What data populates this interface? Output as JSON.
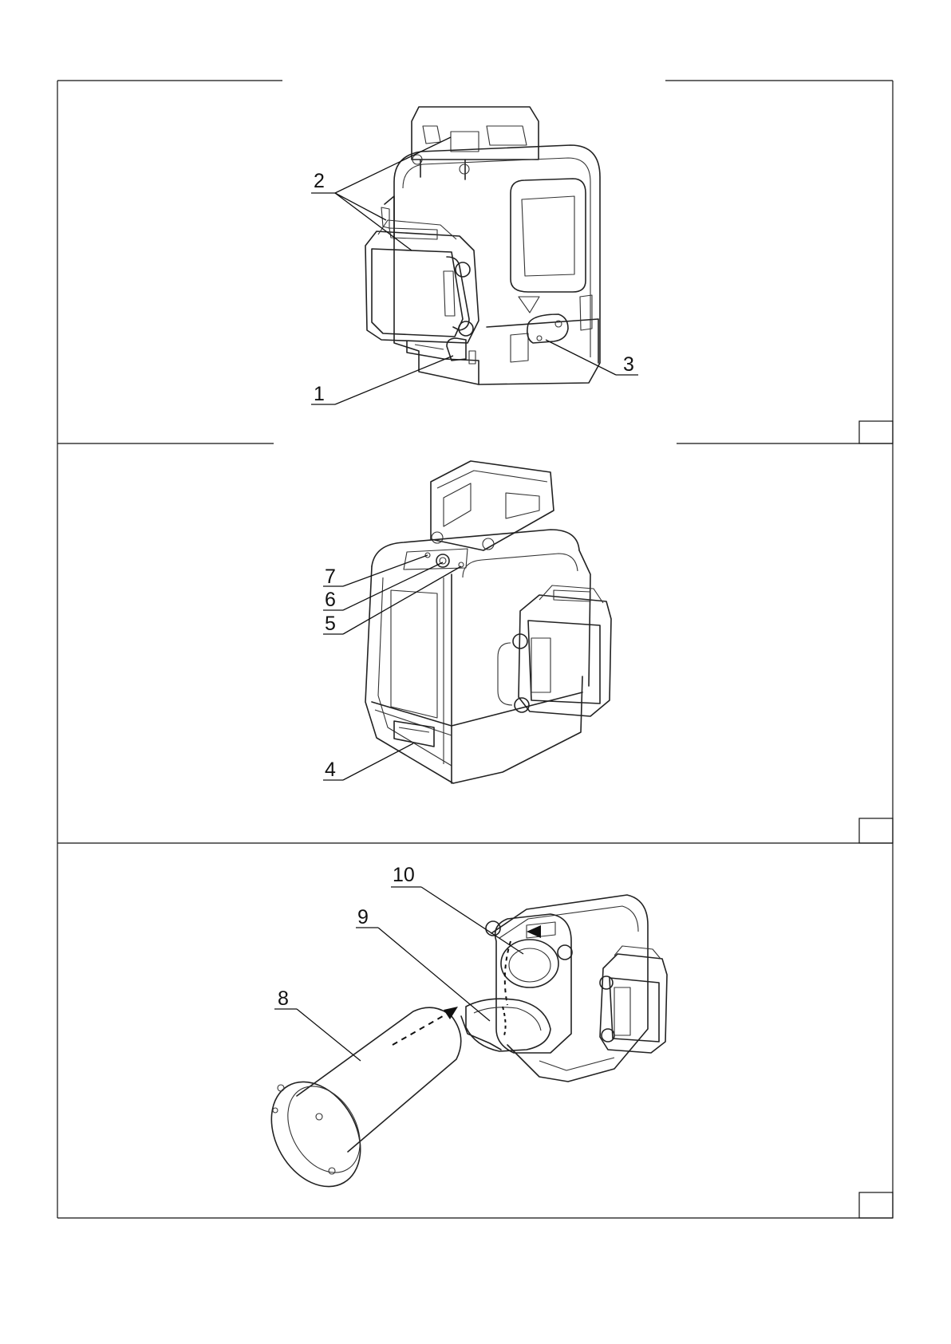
{
  "panels": [
    {
      "callouts": [
        "1",
        "2",
        "3"
      ],
      "corner_box_number": ""
    },
    {
      "callouts": [
        "4",
        "5",
        "6",
        "7"
      ],
      "corner_box_number": ""
    },
    {
      "callouts": [
        "8",
        "9",
        "10"
      ],
      "corner_box_number": ""
    }
  ],
  "colors": {
    "ink": "#111111",
    "background": "#ffffff"
  }
}
